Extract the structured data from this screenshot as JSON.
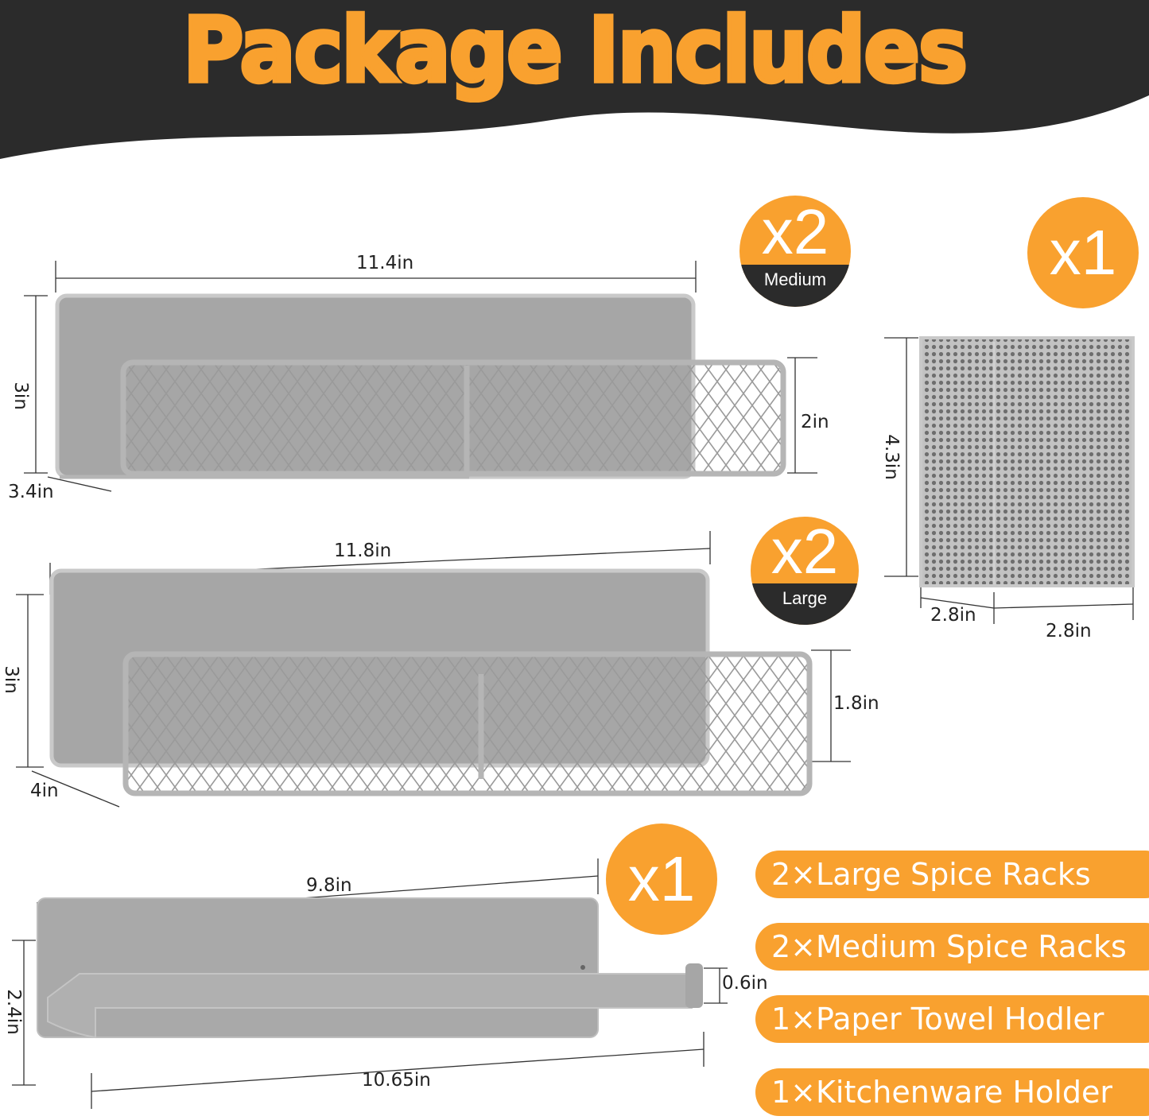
{
  "header": {
    "title": "Package Includes"
  },
  "colors": {
    "accent": "#F9A12F",
    "dark": "#2B2B2B",
    "product_gray": "#A9A9A9"
  },
  "medium_rack": {
    "width": "11.4in",
    "height": "3in",
    "front_height": "2in",
    "depth": "3.4in",
    "badge": {
      "qty": "x2",
      "size": "Medium"
    }
  },
  "large_rack": {
    "width": "11.8in",
    "height": "3in",
    "front_height": "1.8in",
    "depth": "4in",
    "badge": {
      "qty": "x2",
      "size": "Large"
    }
  },
  "kitchenware_holder": {
    "height": "4.3in",
    "width": "2.8in",
    "depth": "2.8in",
    "badge": {
      "qty": "x1"
    }
  },
  "paper_towel_holder": {
    "bar_length": "9.8in",
    "height": "2.4in",
    "bar_height": "0.6in",
    "length": "10.65in",
    "badge": {
      "qty": "x1"
    }
  },
  "contents": [
    "2×Large Spice Racks",
    "2×Medium Spice Racks",
    "1×Paper Towel Hodler",
    "1×Kitchenware Holder"
  ]
}
